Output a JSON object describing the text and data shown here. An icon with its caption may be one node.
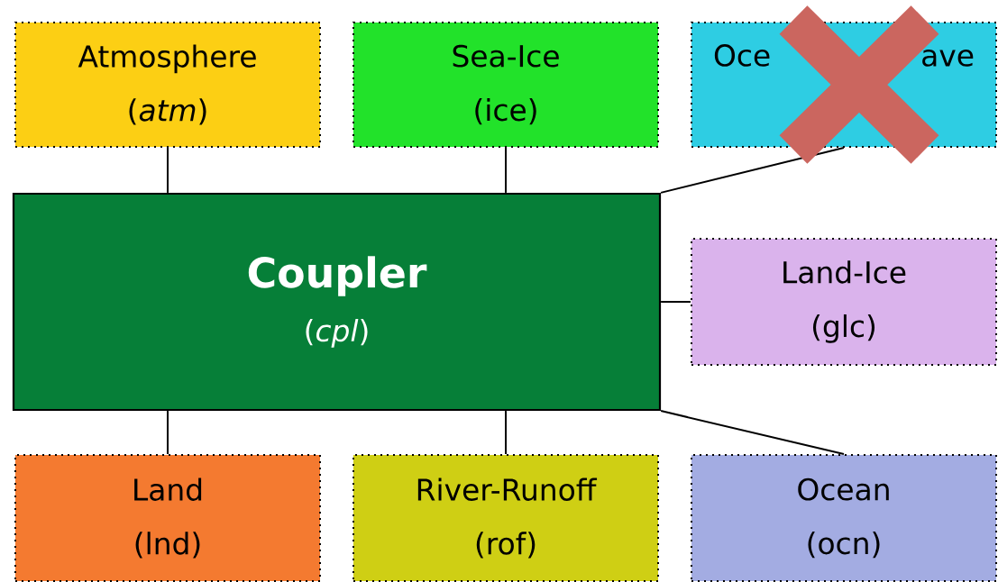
{
  "diagram": {
    "nodes": [
      {
        "text": [
          "Atmosphere",
          "(*atm*)"
        ]
      },
      {
        "text": [
          "Sea-Ice",
          "(ice)"
        ]
      },
      {
        "text": [
          "Oce",
          "ave"
        ]
      },
      {
        "text": [
          "Coupler",
          "(*cpl*)"
        ]
      },
      {
        "text": [
          "Land-Ice",
          "(glc)"
        ]
      },
      {
        "text": [
          "Land",
          "(lnd)"
        ]
      },
      {
        "text": [
          "River-Runoff",
          "(rof)"
        ]
      },
      {
        "text": [
          "Ocean",
          "(ocn)"
        ]
      }
    ],
    "edges": [
      {
        "from": 0,
        "to": 3,
        "arrow": "none"
      },
      {
        "from": 1,
        "to": 3,
        "arrow": "none"
      },
      {
        "from": 2,
        "to": 3,
        "arrow": "none"
      },
      {
        "from": 3,
        "to": 4,
        "arrow": "none"
      },
      {
        "from": 3,
        "to": 5,
        "arrow": "none"
      },
      {
        "from": 3,
        "to": 6,
        "arrow": "none"
      },
      {
        "from": 3,
        "to": 7,
        "arrow": "none"
      }
    ]
  }
}
